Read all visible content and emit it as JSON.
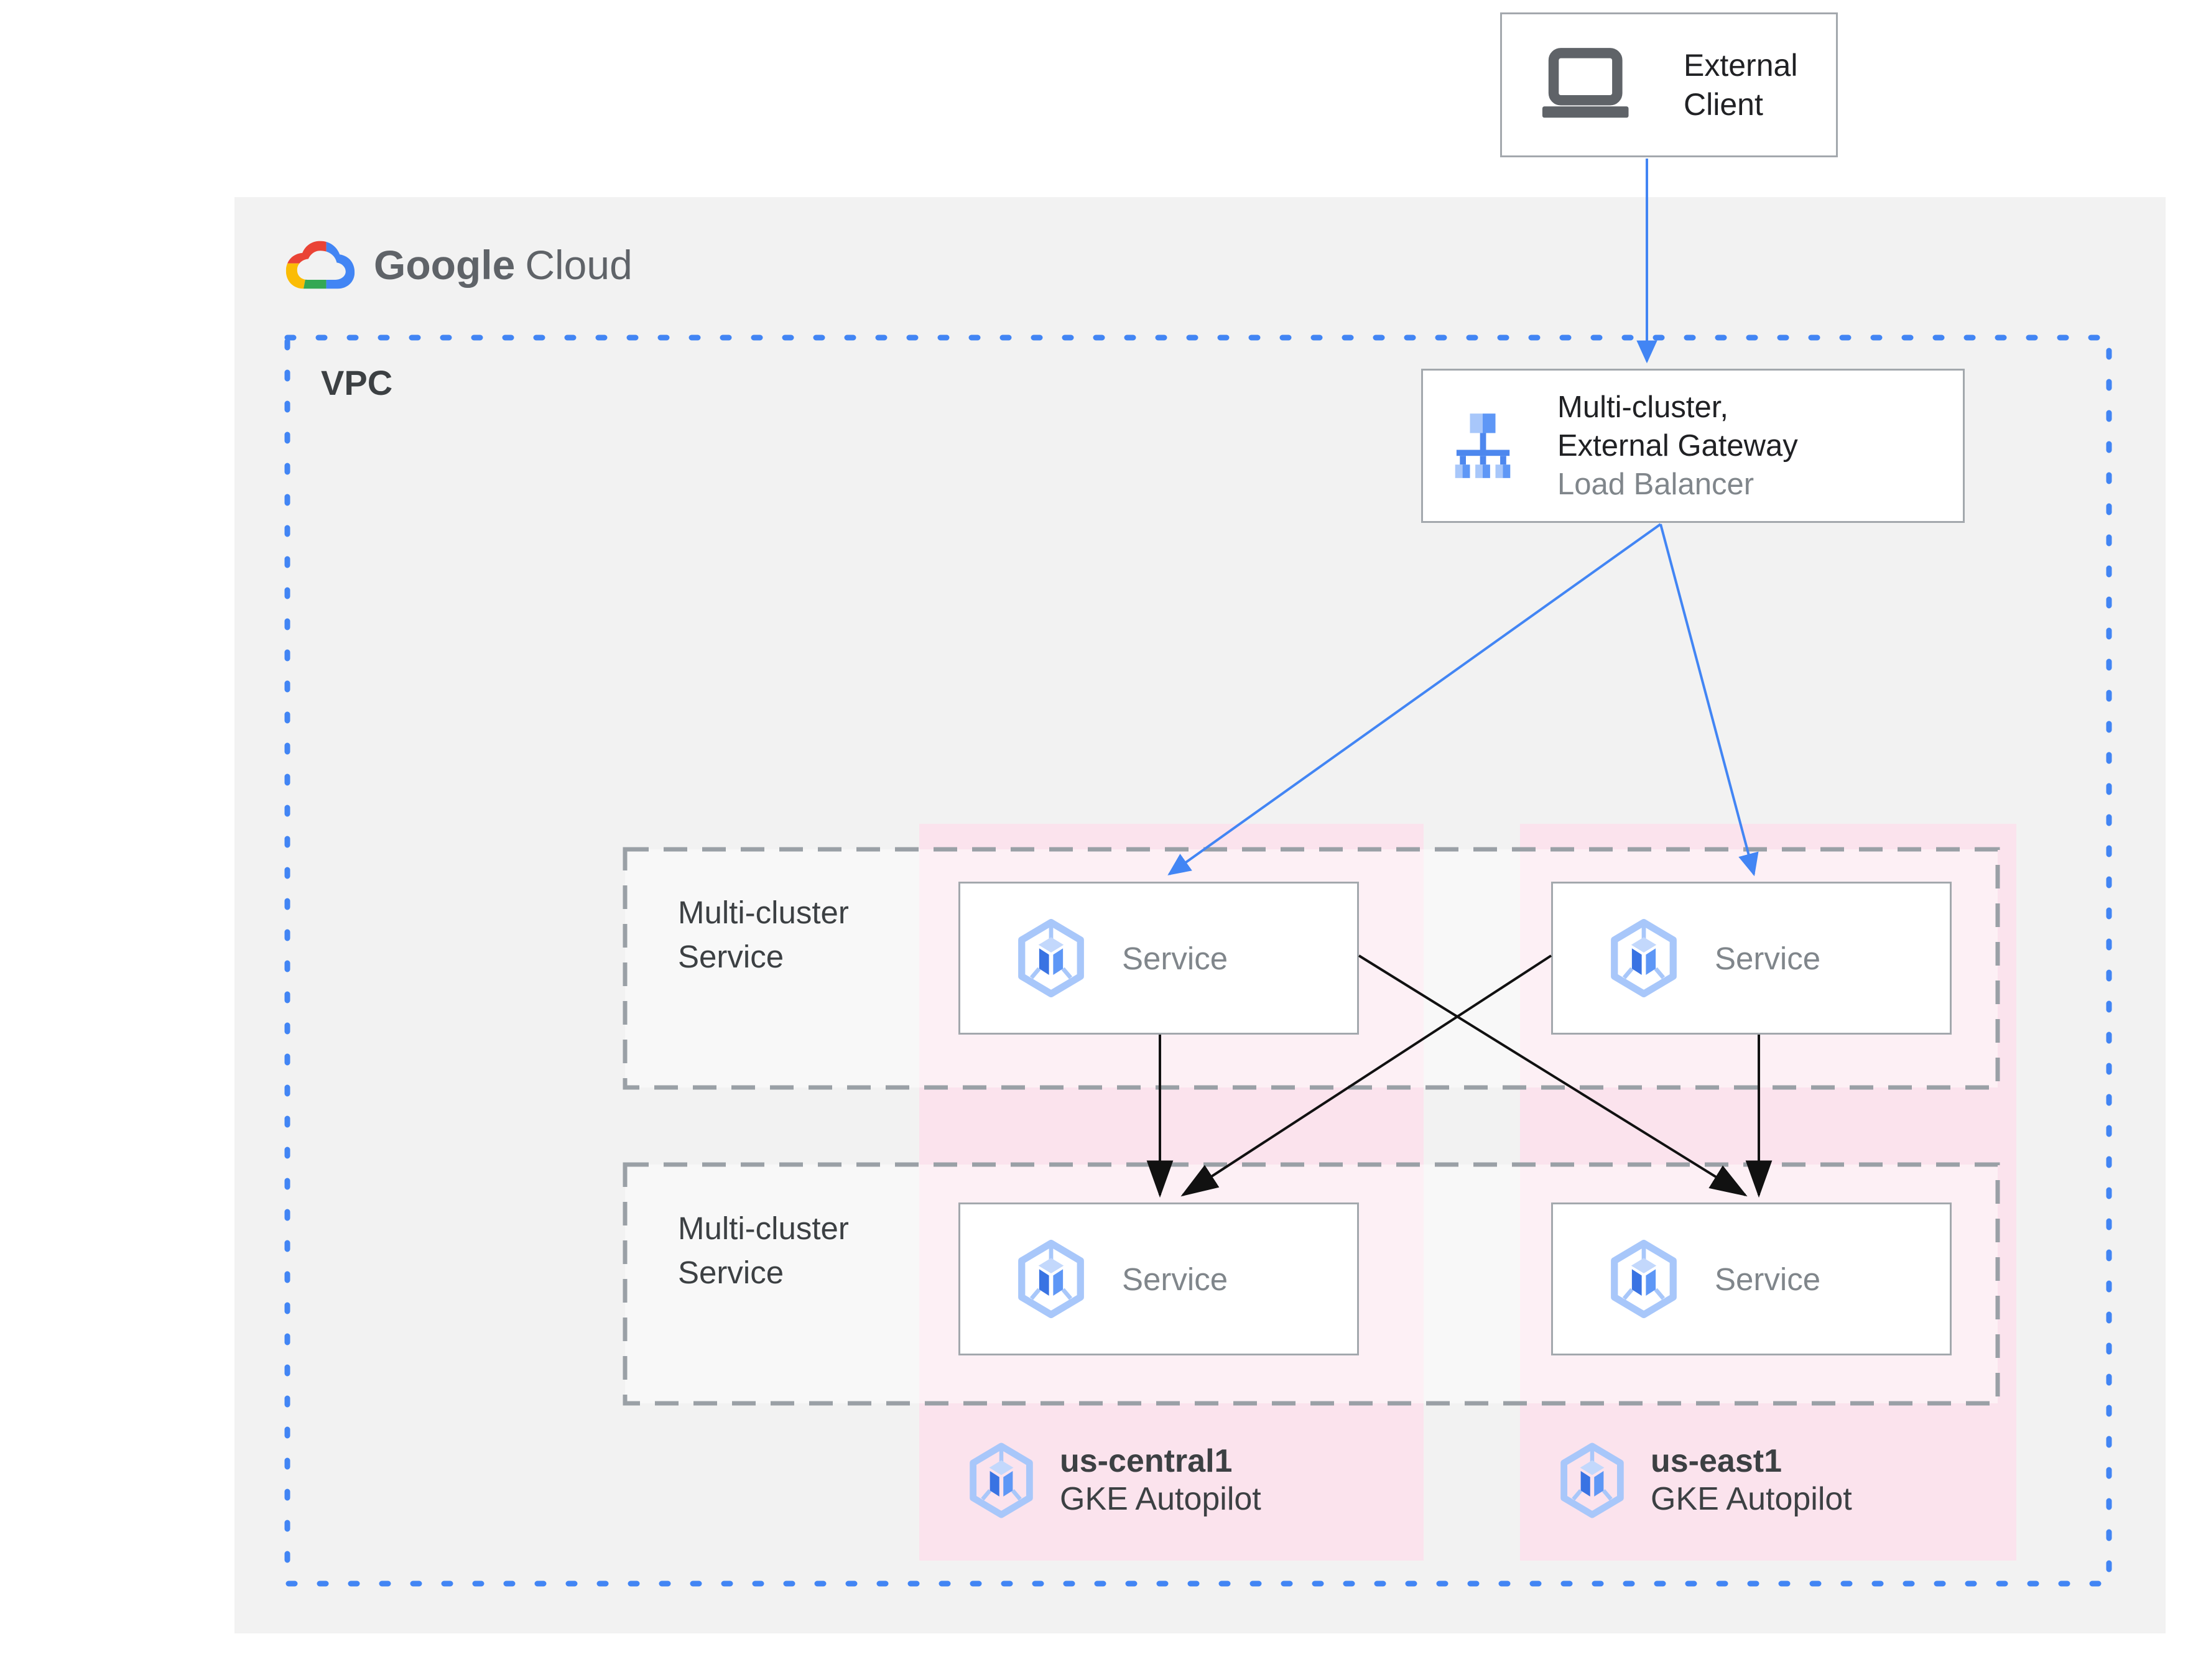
{
  "brand": {
    "logo_icon": "google-cloud-logo",
    "name_part1": "Google",
    "name_part2": "Cloud"
  },
  "external_client": {
    "icon": "laptop-icon",
    "line1": "External",
    "line2": "Client"
  },
  "vpc": {
    "label": "VPC",
    "border_style": "dotted",
    "border_color": "#4285f4"
  },
  "load_balancer": {
    "icon": "load-balancer-icon",
    "title_line1": "Multi-cluster,",
    "title_line2": "External Gateway",
    "subtitle": "Load Balancer"
  },
  "service_rows": [
    {
      "label_line1": "Multi-cluster",
      "label_line2": "Service",
      "services": [
        {
          "label": "Service",
          "icon": "gke-service-icon"
        },
        {
          "label": "Service",
          "icon": "gke-service-icon"
        }
      ]
    },
    {
      "label_line1": "Multi-cluster",
      "label_line2": "Service",
      "services": [
        {
          "label": "Service",
          "icon": "gke-service-icon"
        },
        {
          "label": "Service",
          "icon": "gke-service-icon"
        }
      ]
    }
  ],
  "clusters": [
    {
      "region": "us-central1",
      "platform": "GKE Autopilot",
      "icon": "gke-cluster-icon"
    },
    {
      "region": "us-east1",
      "platform": "GKE Autopilot",
      "icon": "gke-cluster-icon"
    }
  ],
  "connections": [
    {
      "from": "external-client",
      "to": "load-balancer",
      "color": "#4285f4"
    },
    {
      "from": "load-balancer",
      "to": "row1-service-left",
      "color": "#4285f4"
    },
    {
      "from": "load-balancer",
      "to": "row1-service-right",
      "color": "#4285f4"
    },
    {
      "from": "row1-service-left",
      "to": "row2-service-left",
      "color": "#000000"
    },
    {
      "from": "row1-service-left",
      "to": "row2-service-right",
      "color": "#000000"
    },
    {
      "from": "row1-service-right",
      "to": "row2-service-left",
      "color": "#000000"
    },
    {
      "from": "row1-service-right",
      "to": "row2-service-right",
      "color": "#000000"
    }
  ],
  "colors": {
    "google_blue": "#4285f4",
    "arrow_black": "#111111",
    "panel_gray": "#f2f2f2",
    "cluster_pink": "#fbe3ed",
    "box_border_gray": "#a3a8ad",
    "dashed_border_gray": "#9aa0a6",
    "text_dark": "#202124",
    "text_gray": "#80868b",
    "label_gray": "#3c4043",
    "gke_light_blue": "#a8c7fa",
    "gke_dark_blue": "#3973e3"
  }
}
